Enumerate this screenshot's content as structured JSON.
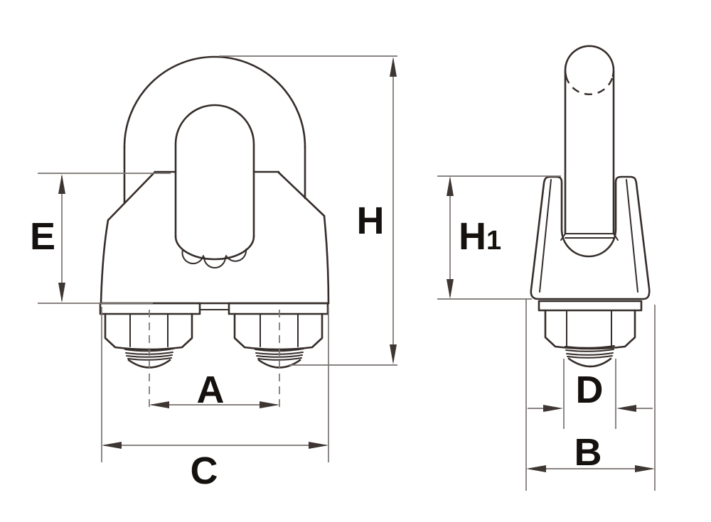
{
  "drawing": {
    "type": "technical-drawing",
    "subject": "wire rope clip with U-bolt, saddle body and two hex nuts, front and side orthographic views"
  },
  "colors": {
    "bg": "#ffffff",
    "line": "#352d2a",
    "thin": "#7a7370",
    "arrow": "#3e3632",
    "text": "#15110e"
  },
  "dimensions": {
    "H": "H",
    "E": "E",
    "A": "A",
    "C": "C",
    "D": "D",
    "B": "B",
    "H1": {
      "main": "H",
      "sub": "1"
    }
  }
}
